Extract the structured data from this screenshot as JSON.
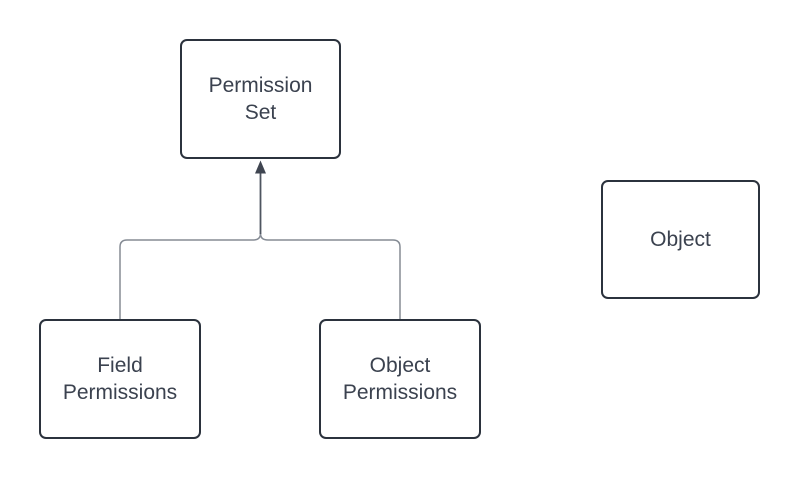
{
  "diagram": {
    "nodes": {
      "permission_set": {
        "label": "Permission Set"
      },
      "field_permissions": {
        "label": "Field Permissions"
      },
      "object_permissions": {
        "label": "Object Permissions"
      },
      "object": {
        "label": "Object"
      }
    },
    "edges": [
      {
        "from": "field_permissions",
        "to": "permission_set",
        "style": "tree-branch"
      },
      {
        "from": "object_permissions",
        "to": "permission_set",
        "style": "tree-branch"
      },
      {
        "from": "branch_junction",
        "to": "permission_set",
        "style": "arrow-up"
      }
    ],
    "colors": {
      "background": "#ffffff",
      "node_fill": "#ffffff",
      "node_border": "#2b323d",
      "text": "#3b424f",
      "branch_line": "#858b94",
      "arrow_line": "#4e5560",
      "arrow_head": "#3f4551"
    }
  }
}
